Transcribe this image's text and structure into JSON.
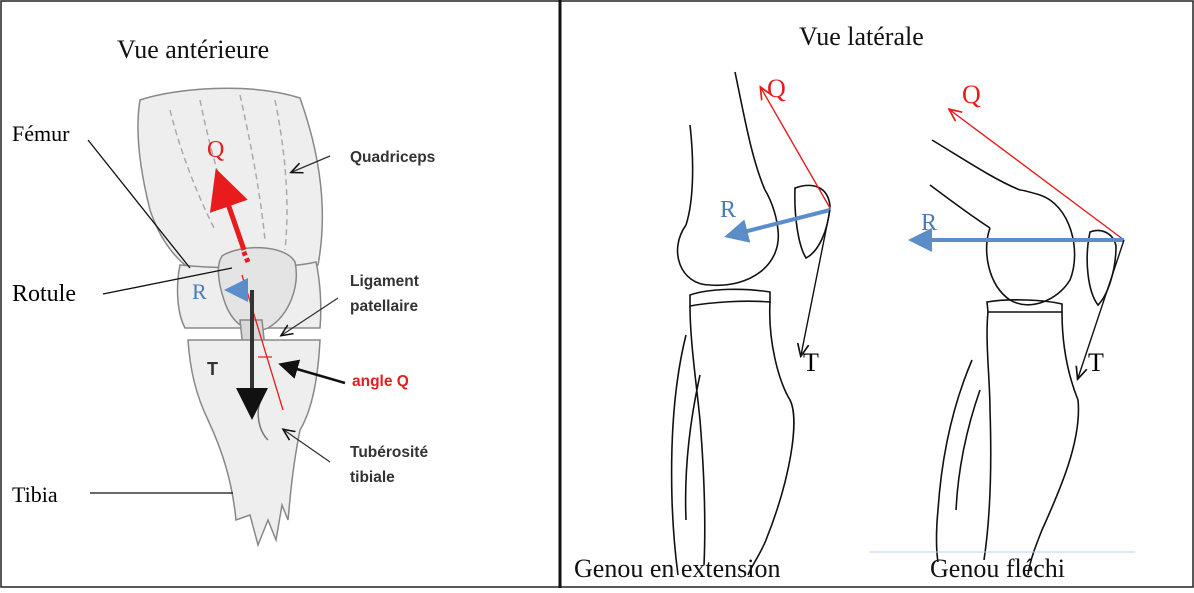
{
  "anterior": {
    "title": "Vue antérieure",
    "femur": "Fémur",
    "rotule": "Rotule",
    "tibia": "Tibia",
    "quadriceps": "Quadriceps",
    "ligament_line1": "Ligament",
    "ligament_line2": "patellaire",
    "angle_q": "angle Q",
    "tuberosite_line1": "Tubérosité",
    "tuberosite_line2": "tibiale",
    "force_q": "Q",
    "force_r": "R",
    "letter_t": "T"
  },
  "lateral": {
    "title": "Vue latérale",
    "extension_caption": "Genou en extension",
    "flechi_caption": "Genou fléchi",
    "force_q": "Q",
    "force_r": "R",
    "force_t": "T"
  },
  "colors": {
    "quadriceps_force": "#e81c1c",
    "reaction_force": "#5b8ec9",
    "tendon_force": "#111111"
  }
}
